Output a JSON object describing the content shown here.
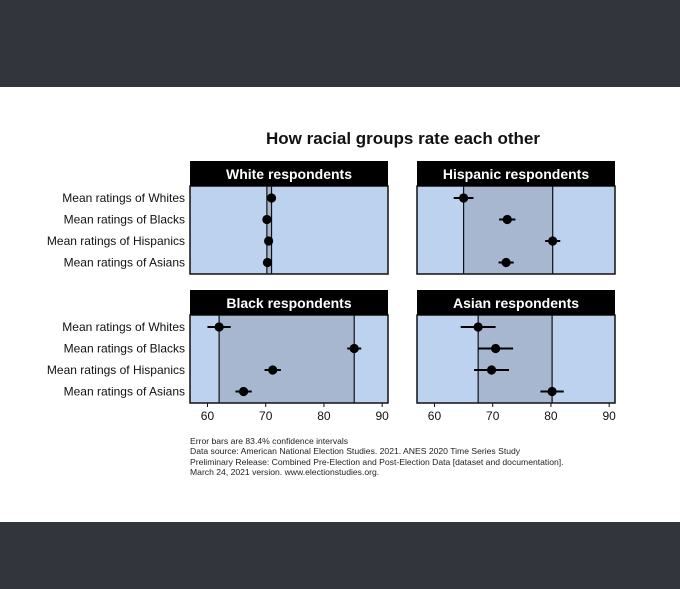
{
  "colors": {
    "panel_bg": "#bcd2ee",
    "band_bg": "#a6b7cf",
    "header_bg": "#000000",
    "marker": "#000000"
  },
  "chart_data": {
    "type": "scatter",
    "subtype": "dot-plot-with-error-bars",
    "title": "How racial groups rate each other",
    "xlim": [
      57,
      91
    ],
    "x_ticks": [
      60,
      70,
      80,
      90
    ],
    "row_labels": [
      "Mean ratings of Whites",
      "Mean ratings of Blacks",
      "Mean ratings of Hispanics",
      "Mean ratings of Asians"
    ],
    "panels": [
      {
        "title": "White respondents",
        "means": [
          71,
          70.2,
          70.5,
          70.3
        ],
        "ci_low": [
          70.4,
          69.6,
          69.9,
          69.7
        ],
        "ci_high": [
          71.6,
          70.8,
          71.1,
          70.9
        ],
        "band": [
          70.2,
          71
        ]
      },
      {
        "title": "Hispanic respondents",
        "means": [
          65,
          72.5,
          80.3,
          72.3
        ],
        "ci_low": [
          63.3,
          71.1,
          79,
          71
        ],
        "ci_high": [
          66.7,
          73.9,
          81.6,
          73.6
        ],
        "band": [
          65,
          80.3
        ]
      },
      {
        "title": "Black respondents",
        "means": [
          62,
          85.2,
          71.2,
          66.2
        ],
        "ci_low": [
          60,
          84,
          69.8,
          64.8
        ],
        "ci_high": [
          64,
          86.4,
          72.6,
          67.6
        ],
        "band": [
          62,
          85.2
        ]
      },
      {
        "title": "Asian respondents",
        "means": [
          67.5,
          70.5,
          69.8,
          80.2
        ],
        "ci_low": [
          64.5,
          67.5,
          66.8,
          78.2
        ],
        "ci_high": [
          70.5,
          73.5,
          72.8,
          82.2
        ],
        "band": [
          67.5,
          80.2
        ]
      }
    ],
    "notes": [
      "Error bars are 83.4% confidence intervals",
      "Data source: American National Election Studies. 2021. ANES 2020 Time Series Study",
      "Preliminary Release: Combined Pre-Election and Post-Election Data [dataset and documentation].",
      "March 24, 2021 version. www.electionstudies.org."
    ]
  }
}
